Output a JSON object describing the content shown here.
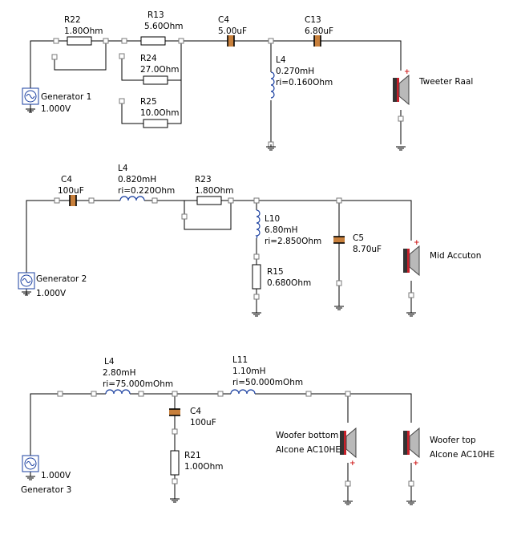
{
  "circuits": [
    {
      "generator": {
        "name": "Generator 1",
        "voltage": "1.000V"
      },
      "components": [
        {
          "ref": "R22",
          "value": "1.80Ohm"
        },
        {
          "ref": "R13",
          "value": "5.60Ohm"
        },
        {
          "ref": "R24",
          "value": "27.0Ohm"
        },
        {
          "ref": "R25",
          "value": "10.0Ohm"
        },
        {
          "ref": "C4",
          "value": "5.00uF"
        },
        {
          "ref": "C13",
          "value": "6.80uF"
        },
        {
          "ref": "L4",
          "value": "0.270mH",
          "ri": "ri=0.160Ohm"
        }
      ],
      "speaker": {
        "name": "Tweeter Raal"
      }
    },
    {
      "generator": {
        "name": "Generator 2",
        "voltage": "1.000V"
      },
      "components": [
        {
          "ref": "C4",
          "value": "100uF"
        },
        {
          "ref": "L4",
          "value": "0.820mH",
          "ri": "ri=0.220Ohm"
        },
        {
          "ref": "R23",
          "value": "1.80Ohm"
        },
        {
          "ref": "L10",
          "value": "6.80mH",
          "ri": "ri=2.850Ohm"
        },
        {
          "ref": "R15",
          "value": "0.680Ohm"
        },
        {
          "ref": "C5",
          "value": "8.70uF"
        }
      ],
      "speaker": {
        "name": "Mid Accuton"
      }
    },
    {
      "generator": {
        "name": "Generator 3",
        "voltage": "1.000V"
      },
      "components": [
        {
          "ref": "L4",
          "value": "2.80mH",
          "ri": "ri=75.000mOhm"
        },
        {
          "ref": "C4",
          "value": "100uF"
        },
        {
          "ref": "R21",
          "value": "1.00Ohm"
        },
        {
          "ref": "L11",
          "value": "1.10mH",
          "ri": "ri=50.000mOhm"
        }
      ],
      "speakers": [
        {
          "name": "Woofer bottom",
          "model": "Alcone AC10HE"
        },
        {
          "name": "Woofer top",
          "model": "Alcone AC10HE"
        }
      ]
    }
  ]
}
